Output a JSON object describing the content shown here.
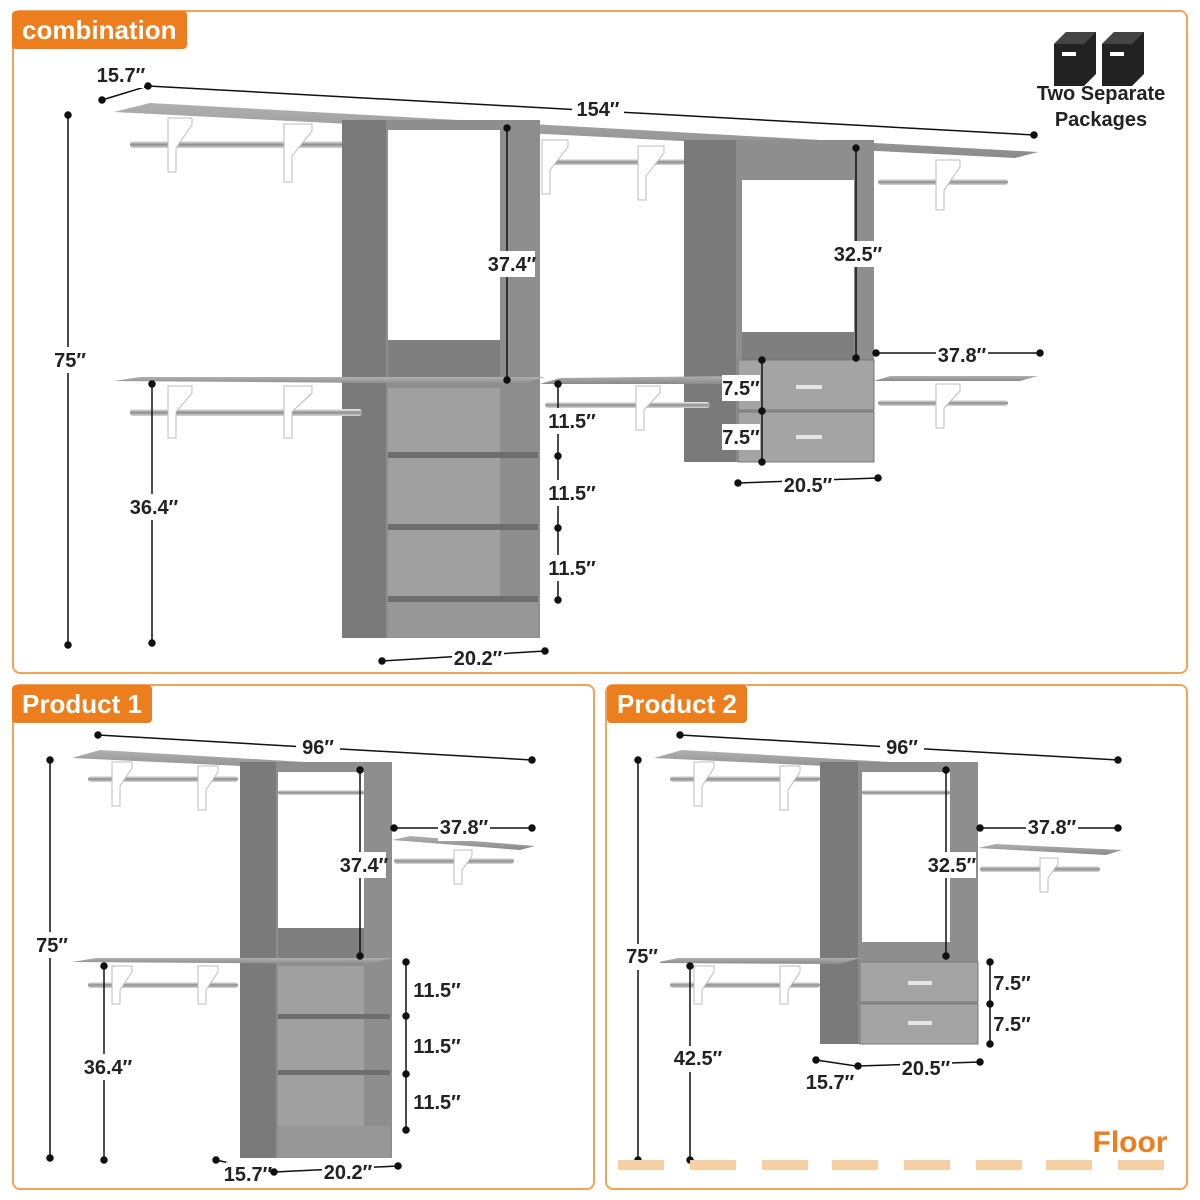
{
  "colors": {
    "accent": "#ec7e1d",
    "panel_border": "#f0a35a",
    "wood": "#909090",
    "dim_line": "#111111",
    "floor": "#f6cfa5"
  },
  "labels": {
    "combination": "combination",
    "product1": "Product 1",
    "product2": "Product 2",
    "floor": "Floor"
  },
  "packages": {
    "line1": "Two Separate",
    "line2": "Packages",
    "icon": "two-boxes-icon"
  },
  "combination": {
    "depth": "15.7″",
    "width": "154″",
    "height": "75″",
    "hang_height": "36.4″",
    "tower_upper": "37.4″",
    "tower_shelf1": "11.5″",
    "tower_shelf2": "11.5″",
    "tower_shelf3": "11.5″",
    "tower_width": "20.2″",
    "drawer_upper": "32.5″",
    "drawer1": "7.5″",
    "drawer2": "7.5″",
    "drawer_width": "20.5″",
    "side_shelf": "37.8″"
  },
  "product1": {
    "width": "96″",
    "side_shelf": "37.8″",
    "tower_upper": "37.4″",
    "height": "75″",
    "shelf1": "11.5″",
    "shelf2": "11.5″",
    "shelf3": "11.5″",
    "hang_height": "36.4″",
    "depth": "15.7″",
    "tower_width": "20.2″"
  },
  "product2": {
    "width": "96″",
    "side_shelf": "37.8″",
    "drawer_upper": "32.5″",
    "height": "75″",
    "drawer1": "7.5″",
    "drawer2": "7.5″",
    "hang_height": "42.5″",
    "depth": "15.7″",
    "drawer_width": "20.5″"
  }
}
